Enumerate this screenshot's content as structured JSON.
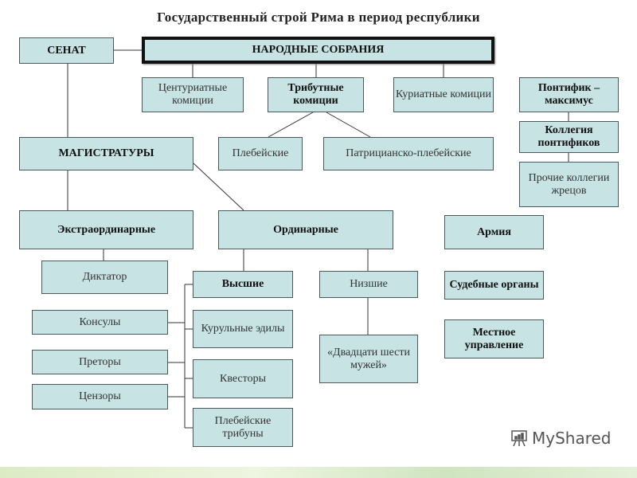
{
  "title": "Государственный строй Рима в период республики",
  "boxes": {
    "senate": "СЕНАТ",
    "assemblies": "НАРОДНЫЕ СОБРАНИЯ",
    "centuriate": "Центуриатные комиции",
    "tribal": "Трибутные комиции",
    "curiate": "Куриатные комиции",
    "pontifex": "Понтифик – максимус",
    "college": "Коллегия понтификов",
    "other_colleges": "Прочие коллегии жрецов",
    "magistracies": "МАГИСТРАТУРЫ",
    "plebeian": "Плебейские",
    "patrician_plebeian": "Патрицианско-плебейские",
    "extraordinary": "Экстраординарные",
    "ordinary": "Ординарные",
    "army": "Армия",
    "dictator": "Диктатор",
    "higher": "Высшие",
    "lower": "Низшие",
    "courts": "Судебные органы",
    "consuls": "Консулы",
    "aediles": "Курульные эдилы",
    "local": "Местное управление",
    "twenty_six": "«Двадцати шести мужей»",
    "praetors": "Преторы",
    "quaestors": "Квесторы",
    "censors": "Цензоры",
    "tribunes": "Плебейские трибуны"
  },
  "watermark": "MyShared"
}
